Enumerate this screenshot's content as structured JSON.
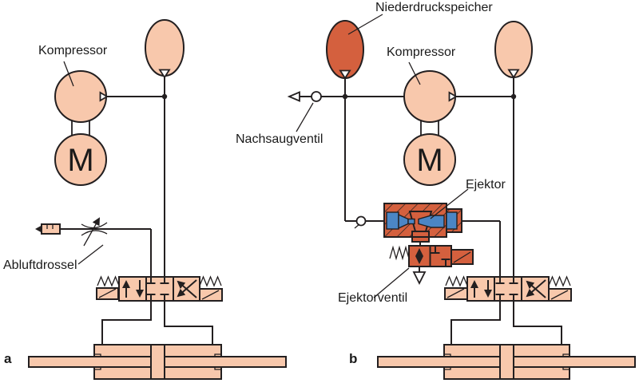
{
  "colors": {
    "peach": "#f8c8ac",
    "red": "#d4603e",
    "blue": "#4b86c5",
    "line": "#231f20",
    "bg": "#ffffff"
  },
  "diagram_a": {
    "tag": "a",
    "labels": {
      "kompressor": "Kompressor",
      "abluftdrossel": "Abluftdrossel",
      "motor": "M"
    }
  },
  "diagram_b": {
    "tag": "b",
    "labels": {
      "niederdruckspeicher": "Niederdruckspeicher",
      "kompressor": "Kompressor",
      "nachsaugventil": "Nachsaugventil",
      "ejektor": "Ejektor",
      "ejektorventil": "Ejektorventil",
      "motor": "M"
    }
  }
}
